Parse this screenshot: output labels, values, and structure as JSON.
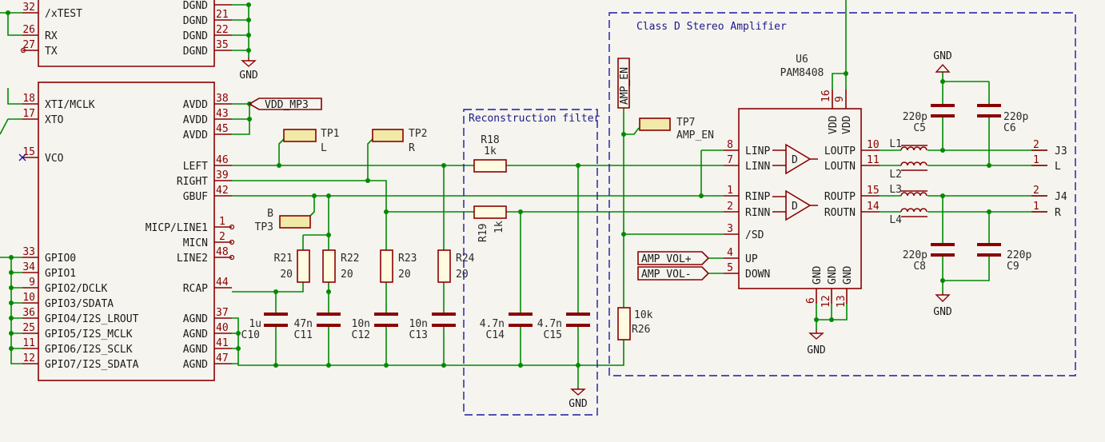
{
  "mcu": {
    "left_pins": [
      {
        "num": "32",
        "name": "/xTEST"
      },
      {
        "num": "26",
        "name": "RX"
      },
      {
        "num": "27",
        "name": "TX"
      },
      {
        "num": "18",
        "name": "XTI/MCLK"
      },
      {
        "num": "17",
        "name": "XTO"
      },
      {
        "num": "15",
        "name": "VCO"
      },
      {
        "num": "33",
        "name": "GPIO0"
      },
      {
        "num": "34",
        "name": "GPIO1"
      },
      {
        "num": "9",
        "name": "GPIO2/DCLK"
      },
      {
        "num": "10",
        "name": "GPIO3/SDATA"
      },
      {
        "num": "36",
        "name": "GPIO4/I2S_LROUT"
      },
      {
        "num": "25",
        "name": "GPIO5/I2S_MCLK"
      },
      {
        "num": "11",
        "name": "GPIO6/I2S_SCLK"
      },
      {
        "num": "12",
        "name": "GPIO7/I2S_SDATA"
      }
    ],
    "right_pins": [
      {
        "num": "",
        "name": "DGND"
      },
      {
        "num": "21",
        "name": "DGND"
      },
      {
        "num": "22",
        "name": "DGND"
      },
      {
        "num": "35",
        "name": "DGND"
      },
      {
        "num": "38",
        "name": "AVDD"
      },
      {
        "num": "43",
        "name": "AVDD"
      },
      {
        "num": "45",
        "name": "AVDD"
      },
      {
        "num": "46",
        "name": "LEFT"
      },
      {
        "num": "39",
        "name": "RIGHT"
      },
      {
        "num": "42",
        "name": "GBUF"
      },
      {
        "num": "1",
        "name": "MICP/LINE1"
      },
      {
        "num": "2",
        "name": "MICN"
      },
      {
        "num": "48",
        "name": "LINE2"
      },
      {
        "num": "44",
        "name": "RCAP"
      },
      {
        "num": "37",
        "name": "AGND"
      },
      {
        "num": "40",
        "name": "AGND"
      },
      {
        "num": "41",
        "name": "AGND"
      },
      {
        "num": "47",
        "name": "AGND"
      }
    ]
  },
  "net_labels": {
    "vdd_mp3": "VDD_MP3",
    "amp_en": "AMP_EN",
    "amp_vol_up": "AMP_VOL+",
    "amp_vol_down": "AMP_VOL-"
  },
  "power": {
    "gnd": "GND"
  },
  "testpoints": [
    {
      "ref": "TP1",
      "value": "L"
    },
    {
      "ref": "TP2",
      "value": "R"
    },
    {
      "ref": "TP3",
      "value": "B"
    },
    {
      "ref": "TP7",
      "value": "AMP_EN"
    }
  ],
  "resistors": [
    {
      "ref": "R18",
      "value": "1k"
    },
    {
      "ref": "R19",
      "value": "1k"
    },
    {
      "ref": "R21",
      "value": "20"
    },
    {
      "ref": "R22",
      "value": "20"
    },
    {
      "ref": "R23",
      "value": "20"
    },
    {
      "ref": "R24",
      "value": "20"
    },
    {
      "ref": "R26",
      "value": "10k"
    }
  ],
  "capacitors": [
    {
      "ref": "C10",
      "value": "1u"
    },
    {
      "ref": "C11",
      "value": "47n"
    },
    {
      "ref": "C12",
      "value": "10n"
    },
    {
      "ref": "C13",
      "value": "10n"
    },
    {
      "ref": "C14",
      "value": "4.7n"
    },
    {
      "ref": "C15",
      "value": "4.7n"
    },
    {
      "ref": "C5",
      "value": "220p"
    },
    {
      "ref": "C6",
      "value": "220p"
    },
    {
      "ref": "C8",
      "value": "220p"
    },
    {
      "ref": "C9",
      "value": "220p"
    }
  ],
  "inductors": [
    "L1",
    "L2",
    "L3",
    "L4"
  ],
  "groups": {
    "filter": "Reconstruction filter",
    "amp": "Class D Stereo Amplifier"
  },
  "amp": {
    "ref": "U6",
    "value": "PAM8408",
    "left_pins": [
      {
        "num": "8",
        "name": "LINP"
      },
      {
        "num": "7",
        "name": "LINN"
      },
      {
        "num": "1",
        "name": "RINP"
      },
      {
        "num": "2",
        "name": "RINN"
      },
      {
        "num": "3",
        "name": "/SD"
      },
      {
        "num": "4",
        "name": "UP"
      },
      {
        "num": "5",
        "name": "DOWN"
      }
    ],
    "right_pins": [
      {
        "num": "10",
        "name": "LOUTP"
      },
      {
        "num": "11",
        "name": "LOUTN"
      },
      {
        "num": "15",
        "name": "ROUTP"
      },
      {
        "num": "14",
        "name": "ROUTN"
      }
    ],
    "top_pins": [
      {
        "num": "16",
        "name": "VDD"
      },
      {
        "num": "9",
        "name": "VDD"
      }
    ],
    "bottom_pins": [
      {
        "num": "6",
        "name": "GND"
      },
      {
        "num": "12",
        "name": "GND"
      },
      {
        "num": "13",
        "name": "GND"
      }
    ],
    "buffer_glyph": "D"
  },
  "connectors": [
    {
      "ref": "J3",
      "pins": [
        {
          "num": "2",
          "name": ""
        },
        {
          "num": "1",
          "name": "L"
        }
      ]
    },
    {
      "ref": "J4",
      "pins": [
        {
          "num": "2",
          "name": ""
        },
        {
          "num": "1",
          "name": "R"
        }
      ]
    }
  ]
}
